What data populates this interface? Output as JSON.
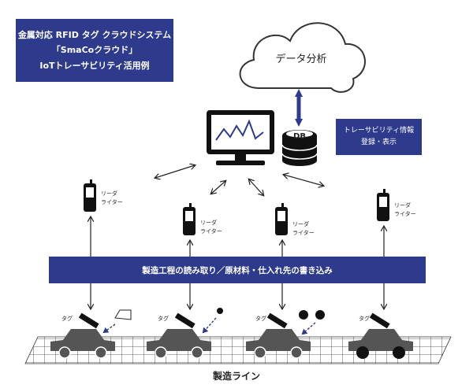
{
  "title": {
    "line1": "金属対応 RFID タグ クラウドシステム",
    "line2": "「SmaCoクラウド」",
    "line3": "IoTトレーサビリティ活用例"
  },
  "cloud": {
    "label": "データ分析",
    "icon": "cloud-icon"
  },
  "db": {
    "label": "DB",
    "icon": "database-icon"
  },
  "monitor": {
    "icon": "monitor-chart-icon"
  },
  "info": {
    "line1": "トレーサビリティ情報",
    "line2": "登録・表示"
  },
  "readers": [
    {
      "line1": "リーダ",
      "line2": "ライター"
    },
    {
      "line1": "リーダ",
      "line2": "ライター"
    },
    {
      "line1": "リーダ",
      "line2": "ライター"
    },
    {
      "line1": "リーダ",
      "line2": "ライター"
    }
  ],
  "process_band": "製造工程の読み取り／原材料・仕入れ先の書き込み",
  "tags": [
    "タグ",
    "タグ",
    "タグ",
    "タグ"
  ],
  "production_line": "製造ライン",
  "colors": {
    "accent": "#2e3a8c",
    "dark": "#111111",
    "car": "#555555",
    "track": "#f0f0f0"
  }
}
